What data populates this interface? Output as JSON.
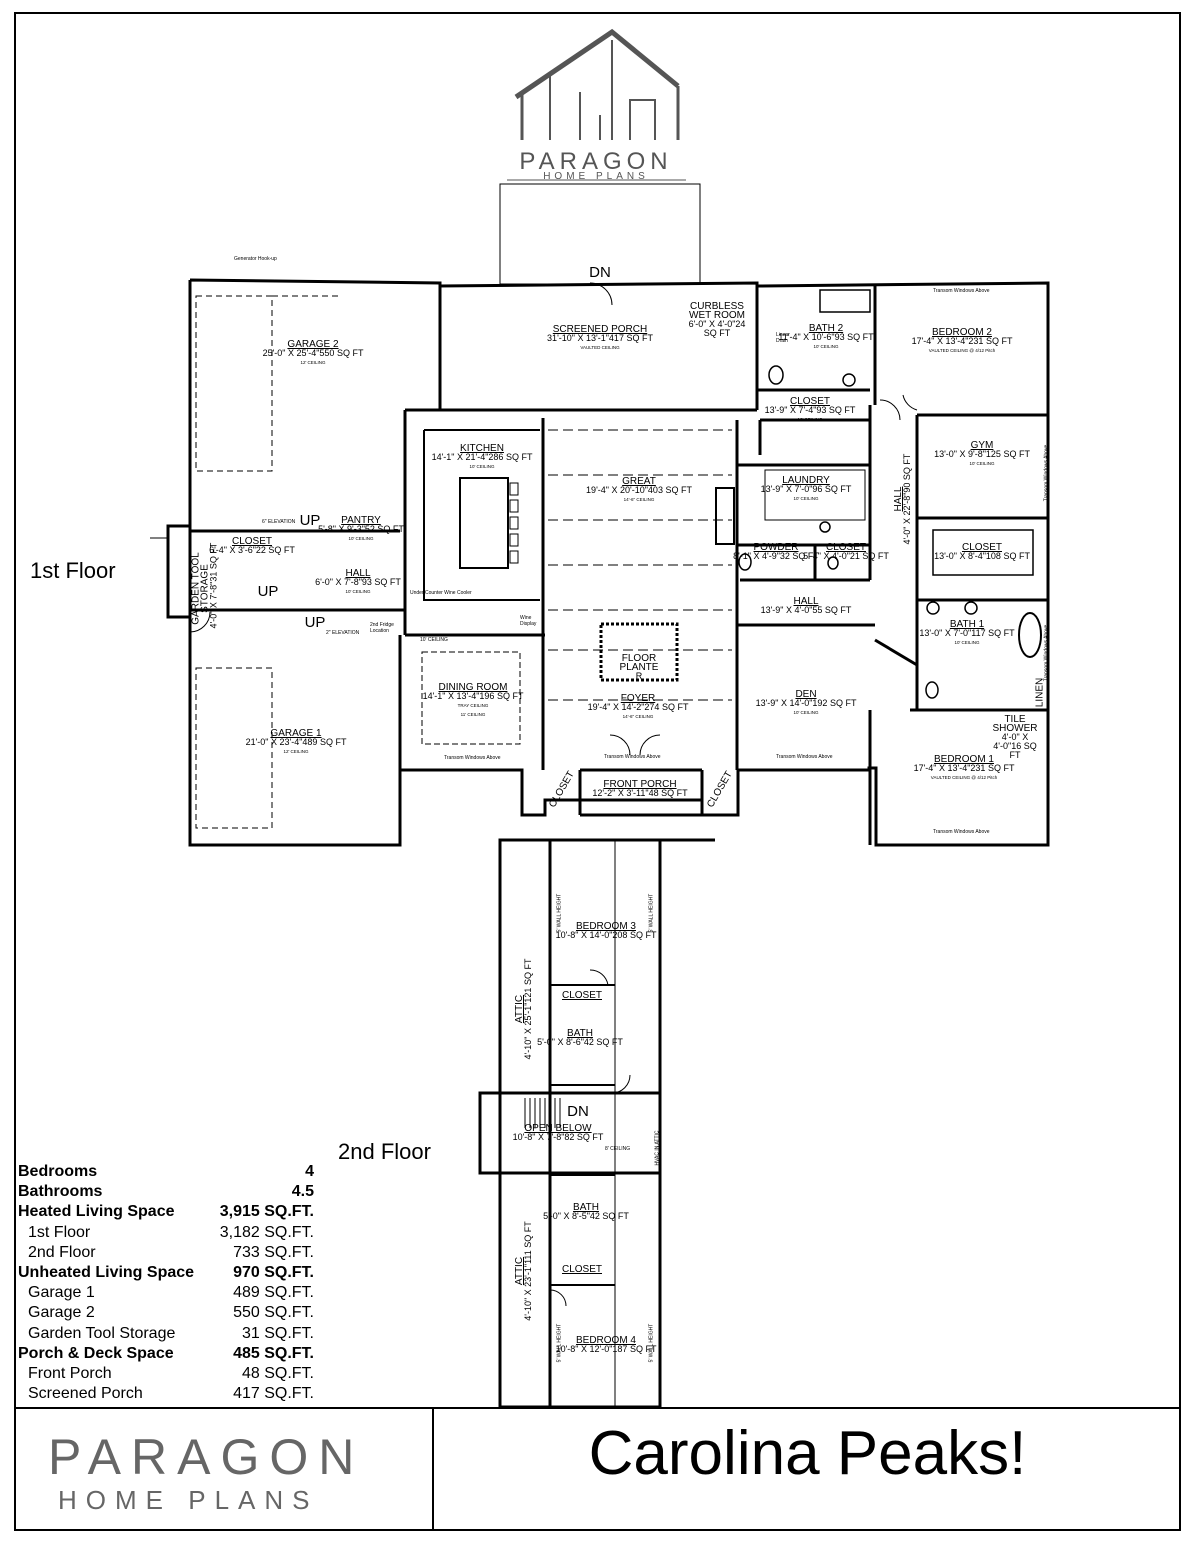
{
  "logo": {
    "title": "PARAGON",
    "subtitle": "HOME PLANS"
  },
  "floor_labels": {
    "first": "1st Floor",
    "second": "2nd Floor"
  },
  "rooms": {
    "garage2": {
      "name": "GARAGE 2",
      "dims": "25'-0\" X 25'-4\"",
      "area": "550 SQ FT",
      "ceiling": "12' CEILING"
    },
    "screened_porch": {
      "name": "SCREENED PORCH",
      "dims": "31'-10\" X 13'-1\"",
      "area": "417 SQ FT",
      "ceiling": "VAULTED CEILING"
    },
    "wet_room": {
      "name": "CURBLESS WET ROOM",
      "dims": "6'-0\" X 4'-0\"",
      "area": "24 SQ FT"
    },
    "bath2": {
      "name": "BATH 2",
      "dims": "11'-4\" X 10'-6\"",
      "area": "93 SQ FT",
      "ceiling": "10' CEILING"
    },
    "bedroom2": {
      "name": "BEDROOM 2",
      "dims": "17'-4\" X 13'-4\"",
      "area": "231 SQ FT",
      "ceiling": "VAULTED CEILING @ 4/12 Pitch"
    },
    "closet_b2": {
      "name": "CLOSET",
      "dims": "13'-9\" X 7'-4\"",
      "area": "93 SQ FT",
      "ceiling": "10' CEILING"
    },
    "kitchen": {
      "name": "KITCHEN",
      "dims": "14'-1\" X 21'-4\"",
      "area": "286 SQ FT",
      "ceiling": "10' CEILING"
    },
    "great": {
      "name": "GREAT",
      "dims": "19'-4\" X 20'-10\"",
      "area": "403 SQ FT",
      "ceiling": "14'-6\" CEILING"
    },
    "laundry": {
      "name": "LAUNDRY",
      "dims": "13'-9\" X 7'-0\"",
      "area": "96 SQ FT",
      "ceiling": "10' CEILING"
    },
    "gym": {
      "name": "GYM",
      "dims": "13'-0\" X 9'-8\"",
      "area": "125 SQ FT",
      "ceiling": "10' CEILING"
    },
    "hall_right": {
      "name": "HALL",
      "dims": "4'-0\" X 22'-8\"",
      "area": "90 SQ FT"
    },
    "pantry": {
      "name": "PANTRY",
      "dims": "5'-8\" X 9'-3\"",
      "area": "52 SQ FT",
      "ceiling": "10' CEILING"
    },
    "closet_left": {
      "name": "CLOSET",
      "dims": "6'-4\" X 3'-6\"",
      "area": "22 SQ FT"
    },
    "garden_tool": {
      "name": "GARDEN TOOL STORAGE",
      "dims": "4'-0\" X 7'-8\"",
      "area": "31 SQ FT"
    },
    "hall_left": {
      "name": "HALL",
      "dims": "6'-0\" X 7'-8\"",
      "area": "93 SQ FT",
      "ceiling": "10' CEILING"
    },
    "powder": {
      "name": "POWDER",
      "dims": "8'-1\" X 4'-9\"",
      "area": "32 SQ FT"
    },
    "closet_mid": {
      "name": "CLOSET",
      "dims": "5'-4\" X 4'-0\"",
      "area": "21 SQ FT"
    },
    "closet_b1": {
      "name": "CLOSET",
      "dims": "13'-0\" X 8'-4\"",
      "area": "108 SQ FT"
    },
    "hall_mid": {
      "name": "HALL",
      "dims": "13'-9\" X 4'-0\"",
      "area": "55 SQ FT"
    },
    "bath1": {
      "name": "BATH 1",
      "dims": "13'-0\" X 7'-0\"",
      "area": "117 SQ FT",
      "ceiling": "10' CEILING"
    },
    "dining": {
      "name": "DINING ROOM",
      "dims": "14'-1\" X 13'-4\"",
      "area": "196 SQ FT",
      "ceiling": "TRAY CEILING",
      "ceiling2": "11' CEILING"
    },
    "floor_plante": {
      "name": "FLOOR PLANTE",
      "extra": "R"
    },
    "foyer": {
      "name": "FOYER",
      "dims": "19'-4\" X 14'-2\"",
      "area": "274 SQ FT",
      "ceiling": "14'-6\" CEILING"
    },
    "den": {
      "name": "DEN",
      "dims": "13'-9\" X 14'-0\"",
      "area": "192 SQ FT",
      "ceiling": "10' CEILING"
    },
    "garage1": {
      "name": "GARAGE 1",
      "dims": "21'-0\" X 23'-4\"",
      "area": "489 SQ FT",
      "ceiling": "12' CEILING"
    },
    "tile_shower": {
      "name": "TILE SHOWER",
      "dims": "4'-0\" X 4'-0\"",
      "area": "16 SQ FT"
    },
    "linen": {
      "name": "LINEN"
    },
    "bedroom1": {
      "name": "BEDROOM 1",
      "dims": "17'-4\" X 13'-4\"",
      "area": "231 SQ FT",
      "ceiling": "VAULTED CEILING @ 4/12 Pitch"
    },
    "front_porch": {
      "name": "FRONT PORCH",
      "dims": "12'-2\" X 3'-11\"",
      "area": "48 SQ FT"
    },
    "closet_fp_left": {
      "name": "CLOSET"
    },
    "closet_fp_right": {
      "name": "CLOSET"
    },
    "bedroom3": {
      "name": "BEDROOM 3",
      "dims": "10'-8\" X 14'-0\"",
      "area": "208 SQ FT"
    },
    "attic_top": {
      "name": "ATTIC",
      "dims": "4'-10\" X 25'-1\"",
      "area": "121 SQ FT"
    },
    "closet_u1": {
      "name": "CLOSET"
    },
    "bath_u1": {
      "name": "BATH",
      "dims": "5'-0\" X 8'-6\"",
      "area": "42 SQ FT"
    },
    "open_below": {
      "name": "OPEN BELOW",
      "dims": "10'-8\" X 7'-8\"",
      "area": "82 SQ FT"
    },
    "bath_u2": {
      "name": "BATH",
      "dims": "5'-0\" X 8'-5\"",
      "area": "42 SQ FT"
    },
    "attic_bottom": {
      "name": "ATTIC",
      "dims": "4'-10\" X 23'-1\"",
      "area": "111 SQ FT"
    },
    "closet_u2": {
      "name": "CLOSET"
    },
    "bedroom4": {
      "name": "BEDROOM 4",
      "dims": "10'-8\" X 12'-0\"",
      "area": "187 SQ FT"
    }
  },
  "notes": {
    "dn_top": "DN",
    "dn_stair": "DN",
    "up1": "UP",
    "up2": "UP",
    "up3": "UP",
    "elev1": "6\" ELEVATION",
    "elev2": "2\" ELEVATION",
    "generator": "Generator Hook-up",
    "transom1": "Transom Windows Above",
    "transom2": "Transom Windows Above",
    "transom3": "Transom Windows Above",
    "transom4": "Transom Windows Above",
    "transom5": "Transom Windows Above",
    "transom_side1": "Transom Windows Above",
    "transom_side2": "Transom Windows Above",
    "wine_cooler": "Under Counter Wine Cooler",
    "wine_display": "Wine Display",
    "fridge": "2nd Fridge Location",
    "ceiling_10": "10' CEILING",
    "linear_drain": "Linear Drain",
    "ceiling_8": "8' CEILING",
    "hvac": "HVAC IN ATTIC",
    "wall_h1": "5' WALL HEIGHT",
    "wall_h2": "5' WALL HEIGHT",
    "wall_h3": "5' WALL HEIGHT",
    "wall_h4": "5' WALL HEIGHT"
  },
  "stats": [
    {
      "label": "Bedrooms",
      "value": "4",
      "bold": true
    },
    {
      "label": "Bathrooms",
      "value": "4.5",
      "bold": true
    },
    {
      "label": "Heated Living Space",
      "value": "3,915 SQ.FT.",
      "bold": true
    },
    {
      "label": "1st Floor",
      "value": "3,182 SQ.FT.",
      "bold": false
    },
    {
      "label": "2nd Floor",
      "value": "733 SQ.FT.",
      "bold": false
    },
    {
      "label": "Unheated Living Space",
      "value": "970 SQ.FT.",
      "bold": true
    },
    {
      "label": "Garage 1",
      "value": "489 SQ.FT.",
      "bold": false
    },
    {
      "label": "Garage 2",
      "value": "550 SQ.FT.",
      "bold": false
    },
    {
      "label": "Garden Tool Storage",
      "value": "31 SQ.FT.",
      "bold": false
    },
    {
      "label": "Porch & Deck Space",
      "value": "485 SQ.FT.",
      "bold": true
    },
    {
      "label": "Front Porch",
      "value": "48 SQ.FT.",
      "bold": false
    },
    {
      "label": "Screened Porch",
      "value": "417 SQ.FT.",
      "bold": false
    }
  ],
  "footer": {
    "brand": "PARAGON",
    "brand_sub": "HOME PLANS",
    "plan_name": "Carolina Peaks!"
  }
}
